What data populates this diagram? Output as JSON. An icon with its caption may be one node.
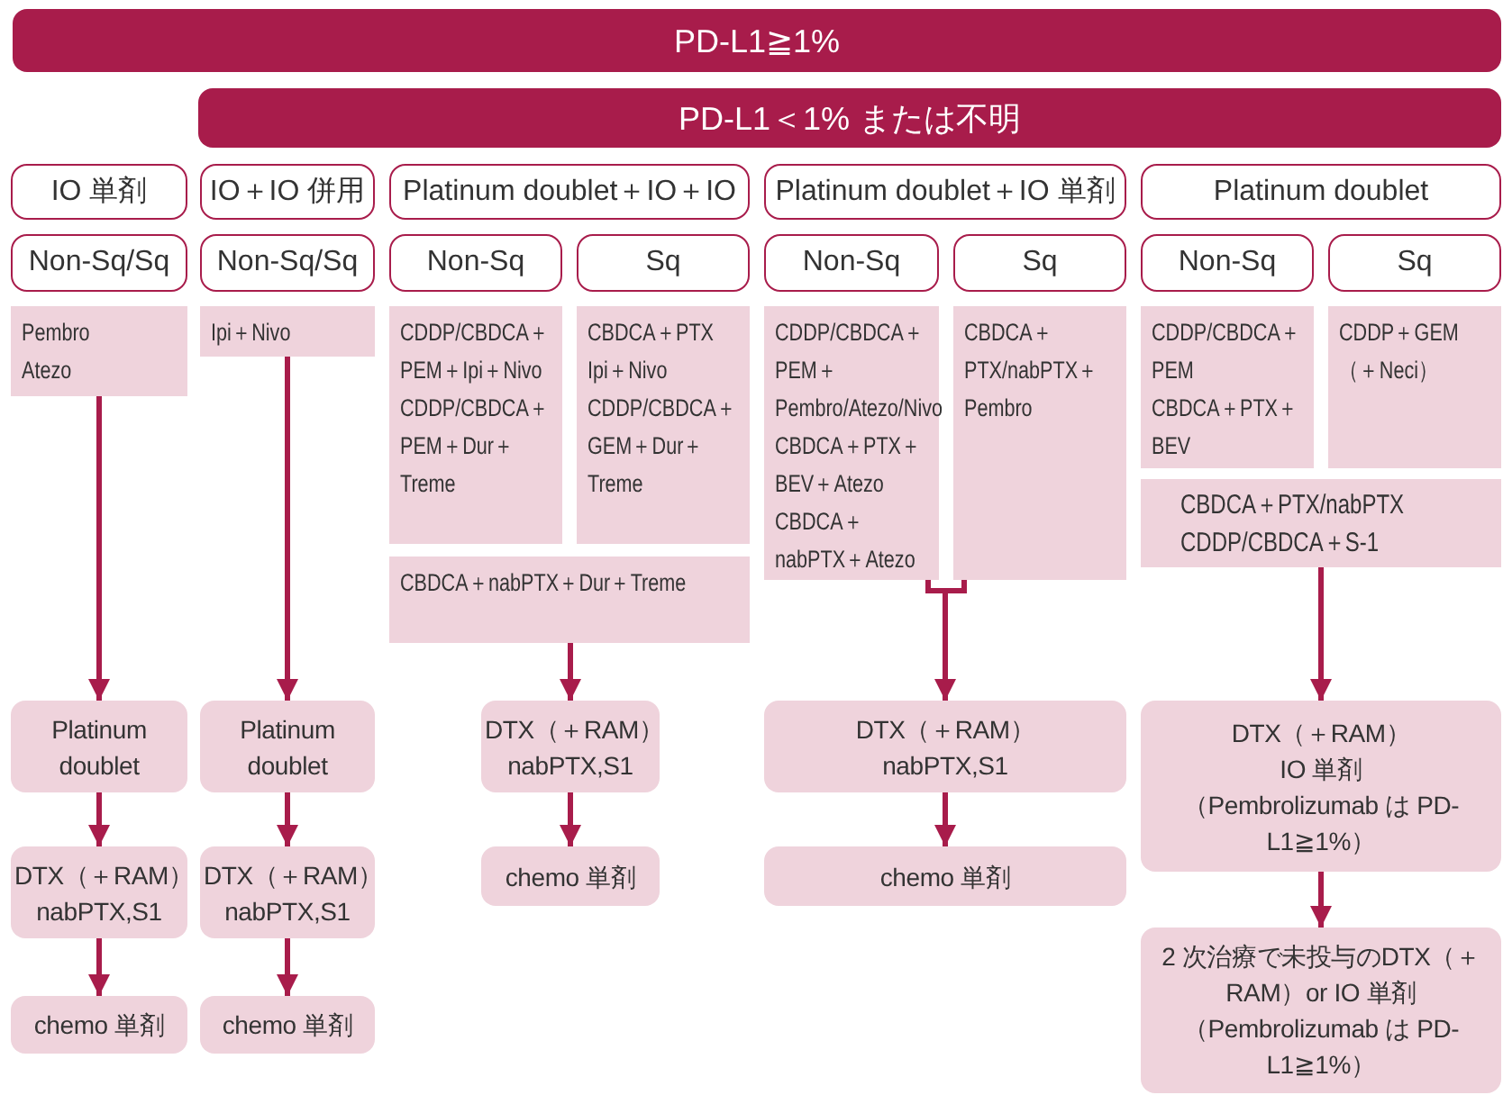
{
  "diagram": {
    "nodes": [
      {
        "text": [
          "PD-L1≧1%"
        ]
      },
      {
        "text": [
          "PD-L1＜1% または不明"
        ]
      },
      {
        "text": [
          "IO 単剤"
        ]
      },
      {
        "text": [
          "IO＋IO 併用"
        ]
      },
      {
        "text": [
          "Platinum doublet＋IO＋IO"
        ]
      },
      {
        "text": [
          "Platinum doublet＋IO 単剤"
        ]
      },
      {
        "text": [
          "Platinum doublet"
        ]
      },
      {
        "text": [
          "Non-Sq/Sq"
        ]
      },
      {
        "text": [
          "Non-Sq/Sq"
        ]
      },
      {
        "text": [
          "Non-Sq"
        ]
      },
      {
        "text": [
          "Sq"
        ]
      },
      {
        "text": [
          "Non-Sq"
        ]
      },
      {
        "text": [
          "Sq"
        ]
      },
      {
        "text": [
          "Non-Sq"
        ]
      },
      {
        "text": [
          "Sq"
        ]
      },
      {
        "text": [
          "Pembro",
          "Atezo"
        ]
      },
      {
        "text": [
          "Ipi＋Nivo"
        ]
      },
      {
        "text": [
          "CDDP/CBDCA＋PEM＋Ipi＋Nivo",
          "CDDP/CBDCA＋PEM＋Dur＋Treme"
        ]
      },
      {
        "text": [
          "CBDCA＋PTX",
          "Ipi＋Nivo",
          "CDDP/CBDCA＋GEM＋Dur＋Treme"
        ]
      },
      {
        "text": [
          "CBDCA＋nabPTX＋Dur＋Treme"
        ]
      },
      {
        "text": [
          "CDDP/CBDCA＋PEM＋Pembro/Atezo/Nivo",
          "CBDCA＋PTX＋BEV＋Atezo",
          "CBDCA＋nabPTX＋Atezo"
        ]
      },
      {
        "text": [
          "CBDCA＋PTX/nabPTX＋Pembro"
        ]
      },
      {
        "text": [
          "CDDP/CBDCA＋PEM",
          "CBDCA＋PTX＋BEV"
        ]
      },
      {
        "text": [
          "CDDP＋GEM（＋Neci）"
        ]
      },
      {
        "text": [
          "CBDCA＋PTX/nabPTX",
          "CDDP/CBDCA＋S-1"
        ]
      },
      {
        "text": [
          "Platinum doublet"
        ]
      },
      {
        "text": [
          "Platinum doublet"
        ]
      },
      {
        "text": [
          "DTX（＋RAM）",
          "nabPTX,S1"
        ]
      },
      {
        "text": [
          "DTX（＋RAM）",
          "nabPTX,S1"
        ]
      },
      {
        "text": [
          "DTX（＋RAM）",
          "IO 単剤",
          "（Pembrolizumab は PD-L1≧1%）"
        ]
      },
      {
        "text": [
          "DTX（＋RAM）",
          "nabPTX,S1"
        ]
      },
      {
        "text": [
          "DTX（＋RAM）",
          "nabPTX,S1"
        ]
      },
      {
        "text": [
          "chemo 単剤"
        ]
      },
      {
        "text": [
          "chemo 単剤"
        ]
      },
      {
        "text": [
          "2 次治療で未投与のDTX（＋RAM）or IO 単剤",
          "（Pembrolizumab は PD-L1≧1%）"
        ]
      },
      {
        "text": [
          "chemo 単剤"
        ]
      },
      {
        "text": [
          "chemo 単剤"
        ]
      }
    ],
    "edges": [
      {
        "from": 15,
        "to": 25,
        "arrow": "to"
      },
      {
        "from": 25,
        "to": 30,
        "arrow": "to"
      },
      {
        "from": 30,
        "to": 35,
        "arrow": "to"
      },
      {
        "from": 16,
        "to": 26,
        "arrow": "to"
      },
      {
        "from": 26,
        "to": 31,
        "arrow": "to"
      },
      {
        "from": 31,
        "to": 36,
        "arrow": "to"
      },
      {
        "from": 19,
        "to": 27,
        "arrow": "to"
      },
      {
        "from": 27,
        "to": 32,
        "arrow": "to"
      },
      {
        "from": 20,
        "to": 28,
        "arrow": "to"
      },
      {
        "from": 21,
        "to": 28,
        "arrow": "to"
      },
      {
        "from": 28,
        "to": 33,
        "arrow": "to"
      },
      {
        "from": 24,
        "to": 29,
        "arrow": "to"
      },
      {
        "from": 29,
        "to": 34,
        "arrow": "to"
      }
    ]
  }
}
